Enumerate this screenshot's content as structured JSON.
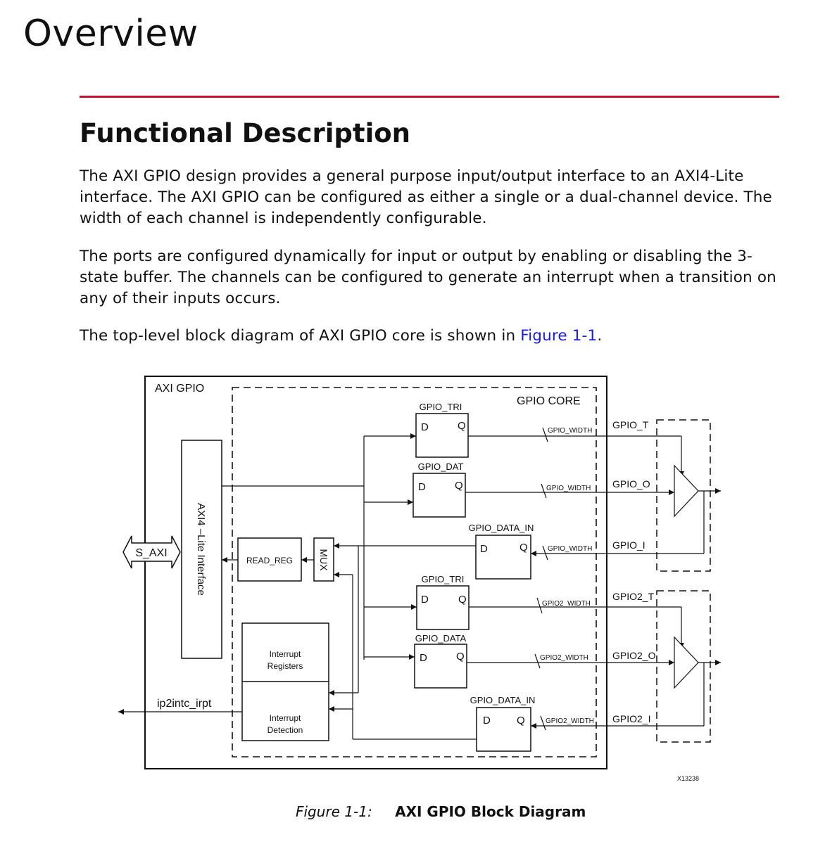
{
  "heading": "Overview",
  "section_title": "Functional Description",
  "paragraphs": {
    "p1": "The AXI GPIO design provides a general purpose input/output interface to an AXI4-Lite interface. The AXI GPIO can be configured as either a single or a dual-channel device. The width of each channel is independently configurable.",
    "p2": "The ports are configured dynamically for input or output by enabling or disabling the 3-state buffer. The channels can be configured to generate an interrupt when a transition on any of their inputs occurs.",
    "p3_before": "The top-level block diagram of AXI GPIO core is shown in ",
    "p3_link": "Figure 1-1",
    "p3_after": "."
  },
  "diagram": {
    "outer_label": "AXI GPIO",
    "core_label": "GPIO CORE",
    "s_axi": "S_AXI",
    "axi_lite": "AXI4 –Lite Interface",
    "read_reg": "READ_REG",
    "mux": "MUX",
    "int_reg_1": "Interrupt",
    "int_reg_2": "Registers",
    "int_det_1": "Interrupt",
    "int_det_2": "Detection",
    "irpt": "ip2intc_irpt",
    "reg_d": "D",
    "reg_q": "Q",
    "reg1_label": "GPIO_TRI",
    "reg2_label": "GPIO_DAT",
    "reg3_label": "GPIO_DATA_IN",
    "reg4_label": "GPIO_TRI",
    "reg5_label": "GPIO_DATA",
    "reg6_label": "GPIO_DATA_IN",
    "width1": "GPIO_WIDTH",
    "width2": "GPIO2_WIDTH",
    "port_t": "GPIO_T",
    "port_o": "GPIO_O",
    "port_i": "GPIO_I",
    "port2_t": "GPIO2_T",
    "port2_o": "GPIO2_O",
    "port2_i": "GPIO2_I",
    "fig_id": "X13238"
  },
  "caption": {
    "label": "Figure 1-1:",
    "title": "AXI GPIO Block Diagram"
  }
}
